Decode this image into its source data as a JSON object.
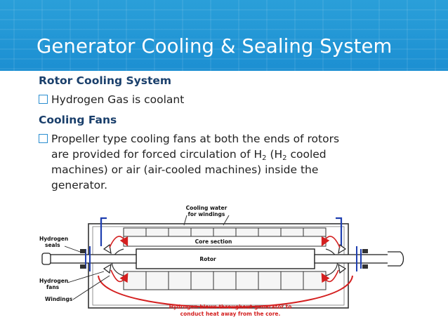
{
  "slide": {
    "title": "Generator Cooling & Sealing System",
    "section1": {
      "heading": "Rotor Cooling System",
      "bullet": "Hydrogen Gas is coolant"
    },
    "section2": {
      "heading": "Cooling Fans",
      "bullet_line1": "Propeller type cooling fans at both the ends of rotors",
      "bullet_line2_a": "are provided for forced circulation of H",
      "sub_2a": "2",
      "bullet_line2_b": " (H",
      "sub_2b": "2",
      "bullet_line2_c": " cooled",
      "bullet_line3": "machines) or air (air-cooled machines) inside the",
      "bullet_line4": "generator."
    }
  },
  "diagram": {
    "label_cooling_water_1": "Cooling water",
    "label_cooling_water_2": "for windings",
    "label_core_section": "Core section",
    "label_rotor": "Rotor",
    "label_hydrogen_seals_1": "Hydrogen",
    "label_hydrogen_seals_2": "seals",
    "label_hydrogen_fans_1": "Hydrogen",
    "label_hydrogen_fans_2": "fans",
    "label_windings": "Windings",
    "caption_1": "Hydrogen blows throughout generator to",
    "caption_2": "conduct heat away from the core.",
    "colors": {
      "water": "#1f3fb0",
      "flow": "#d42020",
      "line": "#222222"
    }
  },
  "theme": {
    "header": "#1c8fd2",
    "heading_text": "#1a3f6b",
    "checkbox": "#2a8ed0"
  }
}
